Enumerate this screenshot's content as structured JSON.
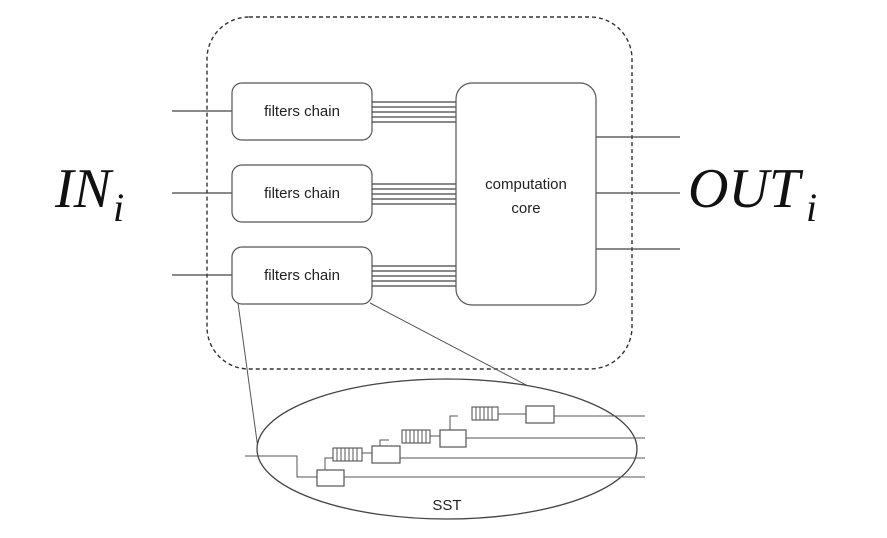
{
  "input_label": {
    "main": "IN",
    "sub": "i"
  },
  "output_label": {
    "main": "OUT",
    "sub": "i"
  },
  "filter_chains": [
    {
      "label": "filters chain"
    },
    {
      "label": "filters chain"
    },
    {
      "label": "filters chain"
    }
  ],
  "core": {
    "line1": "computation",
    "line2": "core"
  },
  "zoom": {
    "label": "SST"
  },
  "colors": {
    "stroke": "#444444",
    "background": "#ffffff"
  }
}
